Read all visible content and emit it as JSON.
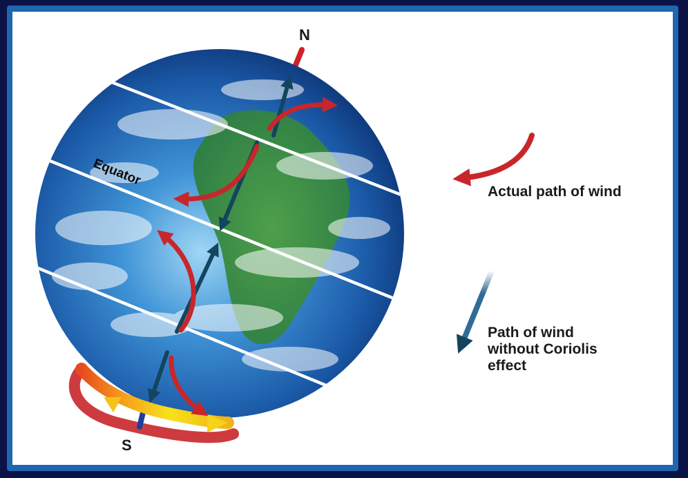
{
  "labels": {
    "north": "N",
    "south": "S",
    "equator": "Equator"
  },
  "legend": {
    "actual_path": "Actual path of wind",
    "no_coriolis_line1": "Path of wind",
    "no_coriolis_line2": "without Coriolis",
    "no_coriolis_line3": "effect"
  },
  "colors": {
    "background": "#0a1246",
    "frame": "#1f66b0",
    "panel": "#ffffff",
    "actual_wind_arrow": "#c8262a",
    "no_coriolis_arrow": "#2f6d96",
    "rotation_arrow_start": "#e84b1e",
    "rotation_arrow_end": "#f6e21a"
  }
}
